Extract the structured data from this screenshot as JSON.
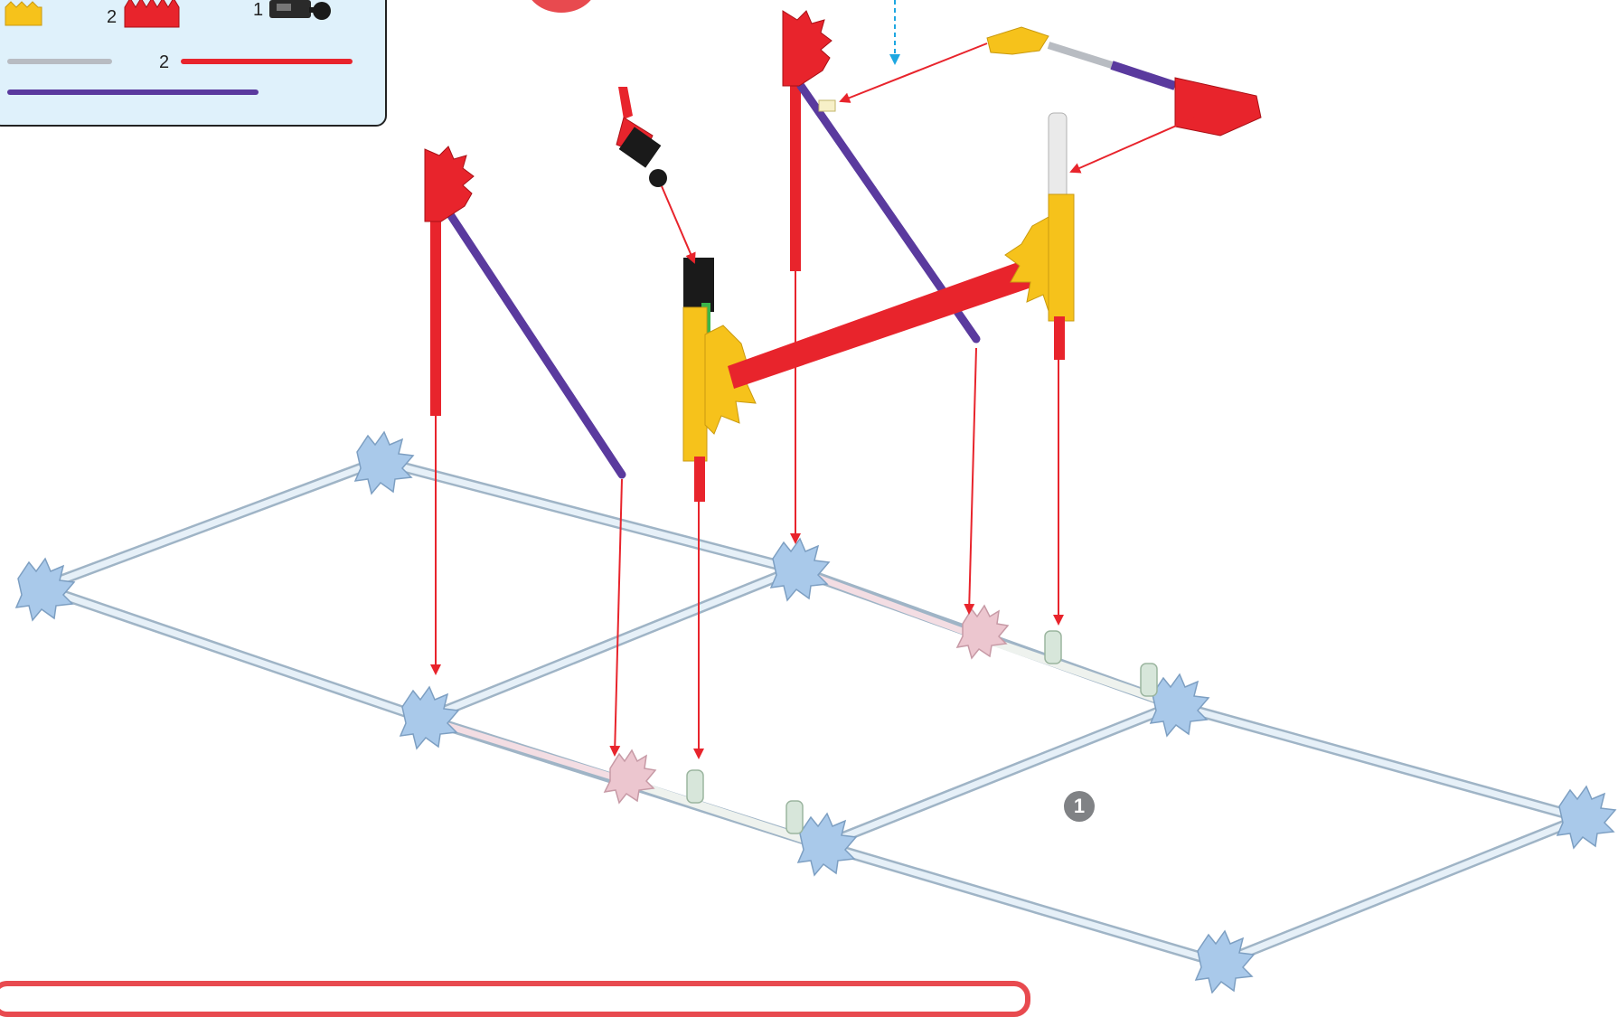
{
  "parts_list": {
    "items": [
      {
        "name": "yellow-connector",
        "count": ""
      },
      {
        "name": "red-connector",
        "count": "2"
      },
      {
        "name": "black-ball-connector",
        "count": "1"
      },
      {
        "name": "grey-rod",
        "count": ""
      },
      {
        "name": "red-rod",
        "count": "2"
      },
      {
        "name": "purple-rod",
        "count": ""
      }
    ]
  },
  "step": {
    "number": "1"
  },
  "colors": {
    "arrow": "#e8242c",
    "hint_arrow": "#1ea7e1",
    "panel_bg": "#dff1fb",
    "red_part": "#e8242c",
    "yellow_part": "#f6c21b",
    "purple_rod": "#5a3a9e",
    "base_frame": "#cfe3f3"
  }
}
